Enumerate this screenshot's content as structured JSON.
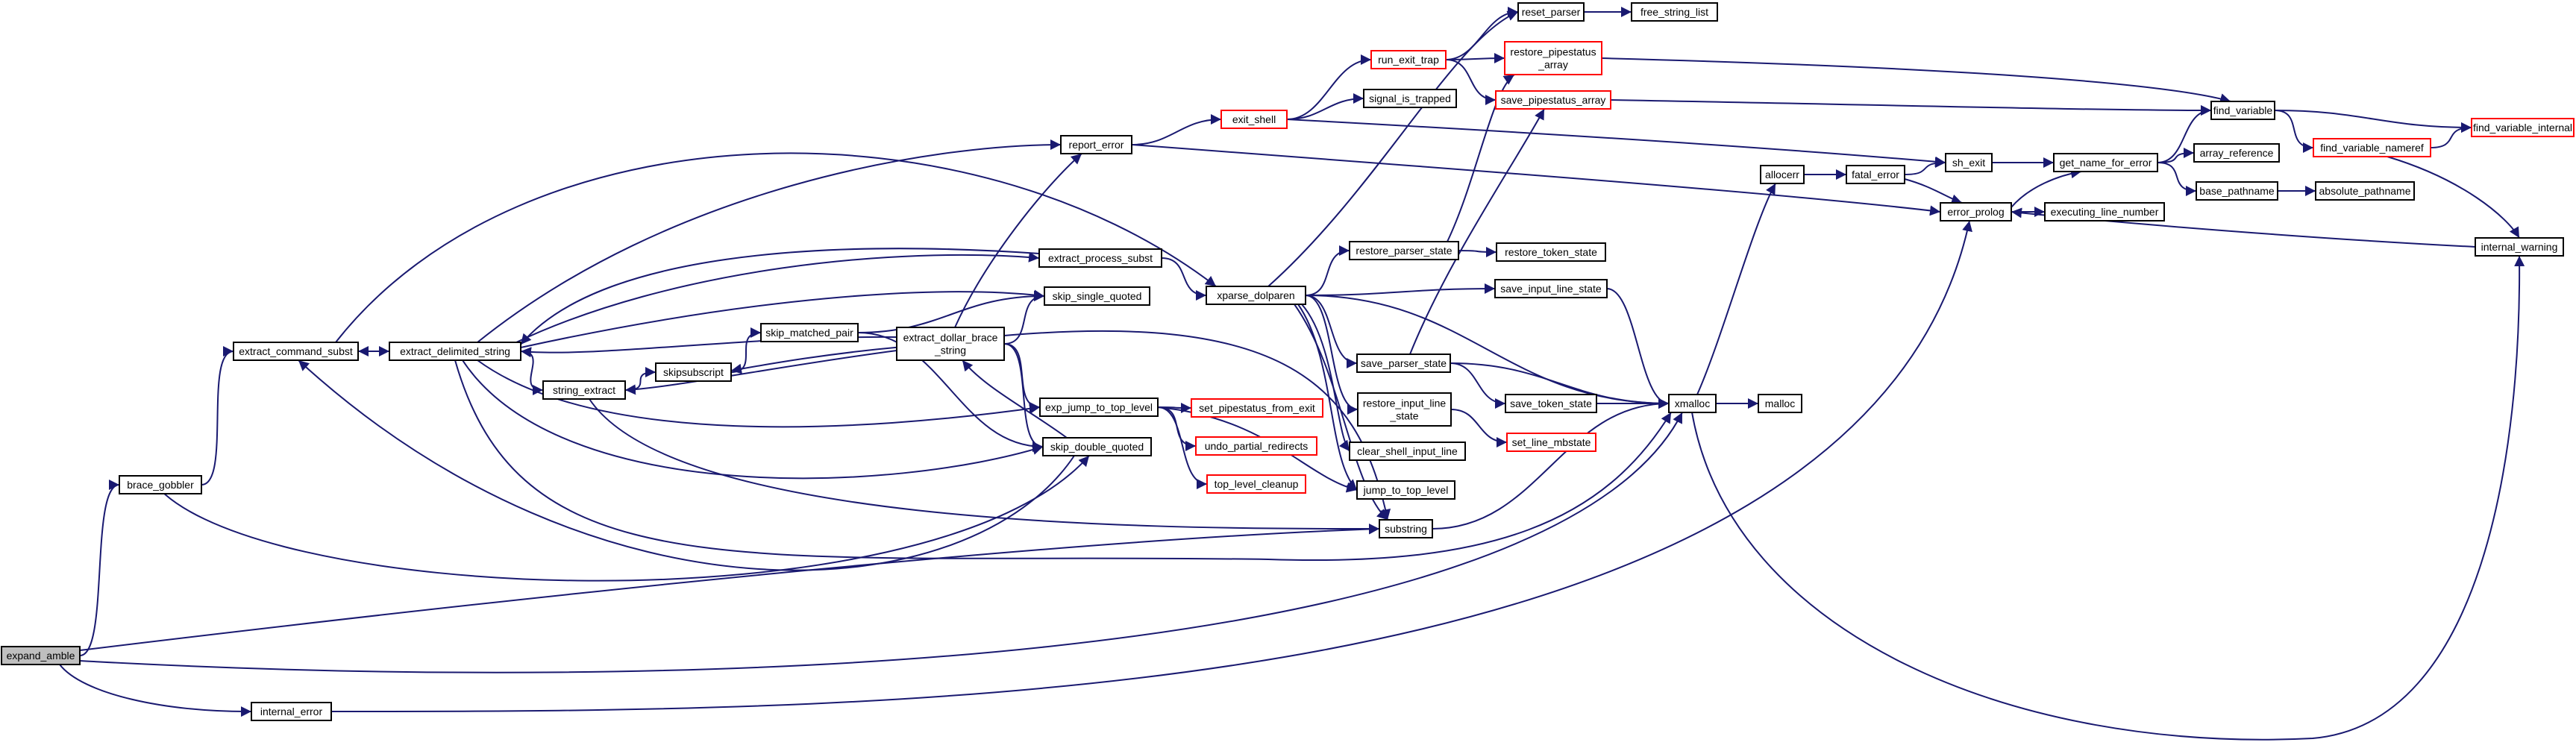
{
  "graph": {
    "colors": {
      "edge": "#191970",
      "node_border_default": "#000000",
      "node_border_truncated": "#ff0000",
      "node_fill_default": "#ffffff",
      "node_fill_root": "#bfbfbf"
    },
    "nodes": [
      {
        "id": "expand_amble",
        "label": "expand_amble",
        "style": "root"
      },
      {
        "id": "brace_gobbler",
        "label": "brace_gobbler",
        "style": "normal"
      },
      {
        "id": "internal_error",
        "label": "internal_error",
        "style": "normal"
      },
      {
        "id": "extract_command_subst",
        "label": "extract_command_subst",
        "style": "normal"
      },
      {
        "id": "extract_delimited_string",
        "label": "extract_delimited_string",
        "style": "normal"
      },
      {
        "id": "string_extract",
        "label": "string_extract",
        "style": "normal"
      },
      {
        "id": "skipsubscript",
        "label": "skipsubscript",
        "style": "normal"
      },
      {
        "id": "skip_matched_pair",
        "label": "skip_matched_pair",
        "style": "normal"
      },
      {
        "id": "extract_dollar_brace_string",
        "label": "extract_dollar_brace\n_string",
        "style": "normal"
      },
      {
        "id": "report_error",
        "label": "report_error",
        "style": "normal"
      },
      {
        "id": "extract_process_subst",
        "label": "extract_process_subst",
        "style": "normal"
      },
      {
        "id": "skip_single_quoted",
        "label": "skip_single_quoted",
        "style": "normal"
      },
      {
        "id": "exp_jump_to_top_level",
        "label": "exp_jump_to_top_level",
        "style": "normal"
      },
      {
        "id": "skip_double_quoted",
        "label": "skip_double_quoted",
        "style": "normal"
      },
      {
        "id": "set_pipestatus_from_exit",
        "label": "set_pipestatus_from_exit",
        "style": "truncated"
      },
      {
        "id": "undo_partial_redirects",
        "label": "undo_partial_redirects",
        "style": "truncated"
      },
      {
        "id": "top_level_cleanup",
        "label": "top_level_cleanup",
        "style": "truncated"
      },
      {
        "id": "exit_shell",
        "label": "exit_shell",
        "style": "truncated"
      },
      {
        "id": "run_exit_trap",
        "label": "run_exit_trap",
        "style": "truncated"
      },
      {
        "id": "signal_is_trapped",
        "label": "signal_is_trapped",
        "style": "normal"
      },
      {
        "id": "xparse_dolparen",
        "label": "xparse_dolparen",
        "style": "normal"
      },
      {
        "id": "restore_parser_state",
        "label": "restore_parser_state",
        "style": "normal"
      },
      {
        "id": "save_parser_state",
        "label": "save_parser_state",
        "style": "normal"
      },
      {
        "id": "restore_input_line_state",
        "label": "restore_input_line\n_state",
        "style": "normal"
      },
      {
        "id": "clear_shell_input_line",
        "label": "clear_shell_input_line",
        "style": "normal"
      },
      {
        "id": "jump_to_top_level",
        "label": "jump_to_top_level",
        "style": "normal"
      },
      {
        "id": "substring",
        "label": "substring",
        "style": "normal"
      },
      {
        "id": "reset_parser",
        "label": "reset_parser",
        "style": "normal"
      },
      {
        "id": "free_string_list",
        "label": "free_string_list",
        "style": "normal"
      },
      {
        "id": "restore_pipestatus_array",
        "label": "restore_pipestatus\n_array",
        "style": "truncated"
      },
      {
        "id": "save_pipestatus_array",
        "label": "save_pipestatus_array",
        "style": "truncated"
      },
      {
        "id": "restore_token_state",
        "label": "restore_token_state",
        "style": "normal"
      },
      {
        "id": "save_input_line_state",
        "label": "save_input_line_state",
        "style": "normal"
      },
      {
        "id": "save_token_state",
        "label": "save_token_state",
        "style": "normal"
      },
      {
        "id": "set_line_mbstate",
        "label": "set_line_mbstate",
        "style": "truncated"
      },
      {
        "id": "xmalloc",
        "label": "xmalloc",
        "style": "normal"
      },
      {
        "id": "malloc",
        "label": "malloc",
        "style": "normal"
      },
      {
        "id": "allocerr",
        "label": "allocerr",
        "style": "normal"
      },
      {
        "id": "fatal_error",
        "label": "fatal_error",
        "style": "normal"
      },
      {
        "id": "sh_exit",
        "label": "sh_exit",
        "style": "normal"
      },
      {
        "id": "error_prolog",
        "label": "error_prolog",
        "style": "normal"
      },
      {
        "id": "executing_line_number",
        "label": "executing_line_number",
        "style": "normal"
      },
      {
        "id": "get_name_for_error",
        "label": "get_name_for_error",
        "style": "normal"
      },
      {
        "id": "array_reference",
        "label": "array_reference",
        "style": "normal"
      },
      {
        "id": "base_pathname",
        "label": "base_pathname",
        "style": "normal"
      },
      {
        "id": "absolute_pathname",
        "label": "absolute_pathname",
        "style": "normal"
      },
      {
        "id": "find_variable",
        "label": "find_variable",
        "style": "normal"
      },
      {
        "id": "find_variable_nameref",
        "label": "find_variable_nameref",
        "style": "truncated"
      },
      {
        "id": "find_variable_internal",
        "label": "find_variable_internal",
        "style": "truncated"
      },
      {
        "id": "internal_warning",
        "label": "internal_warning",
        "style": "normal"
      }
    ],
    "edges": [
      {
        "from": "expand_amble",
        "to": "brace_gobbler"
      },
      {
        "from": "expand_amble",
        "to": "internal_error"
      },
      {
        "from": "expand_amble",
        "to": "substring"
      },
      {
        "from": "expand_amble",
        "to": "xmalloc"
      },
      {
        "from": "brace_gobbler",
        "to": "extract_command_subst"
      },
      {
        "from": "brace_gobbler",
        "to": "skip_double_quoted"
      },
      {
        "from": "internal_error",
        "to": "error_prolog"
      },
      {
        "from": "extract_command_subst",
        "to": "extract_delimited_string"
      },
      {
        "from": "extract_command_subst",
        "to": "xparse_dolparen"
      },
      {
        "from": "extract_delimited_string",
        "to": "extract_command_subst"
      },
      {
        "from": "extract_delimited_string",
        "to": "string_extract"
      },
      {
        "from": "extract_delimited_string",
        "to": "skip_single_quoted"
      },
      {
        "from": "extract_delimited_string",
        "to": "report_error"
      },
      {
        "from": "extract_delimited_string",
        "to": "extract_process_subst"
      },
      {
        "from": "extract_delimited_string",
        "to": "exp_jump_to_top_level"
      },
      {
        "from": "extract_delimited_string",
        "to": "skip_double_quoted"
      },
      {
        "from": "extract_delimited_string",
        "to": "xmalloc"
      },
      {
        "from": "string_extract",
        "to": "skipsubscript"
      },
      {
        "from": "string_extract",
        "to": "substring"
      },
      {
        "from": "skipsubscript",
        "to": "skip_matched_pair"
      },
      {
        "from": "skip_matched_pair",
        "to": "skip_single_quoted"
      },
      {
        "from": "skip_matched_pair",
        "to": "skip_double_quoted"
      },
      {
        "from": "extract_dollar_brace_string",
        "to": "extract_delimited_string"
      },
      {
        "from": "extract_dollar_brace_string",
        "to": "string_extract"
      },
      {
        "from": "extract_dollar_brace_string",
        "to": "skipsubscript"
      },
      {
        "from": "extract_dollar_brace_string",
        "to": "report_error"
      },
      {
        "from": "extract_dollar_brace_string",
        "to": "skip_single_quoted"
      },
      {
        "from": "extract_dollar_brace_string",
        "to": "exp_jump_to_top_level"
      },
      {
        "from": "extract_dollar_brace_string",
        "to": "skip_double_quoted"
      },
      {
        "from": "extract_dollar_brace_string",
        "to": "substring"
      },
      {
        "from": "extract_process_subst",
        "to": "extract_delimited_string"
      },
      {
        "from": "extract_process_subst",
        "to": "xparse_dolparen"
      },
      {
        "from": "skip_double_quoted",
        "to": "extract_command_subst"
      },
      {
        "from": "skip_double_quoted",
        "to": "extract_dollar_brace_string"
      },
      {
        "from": "report_error",
        "to": "exit_shell"
      },
      {
        "from": "report_error",
        "to": "error_prolog"
      },
      {
        "from": "exp_jump_to_top_level",
        "to": "set_pipestatus_from_exit"
      },
      {
        "from": "exp_jump_to_top_level",
        "to": "undo_partial_redirects"
      },
      {
        "from": "exp_jump_to_top_level",
        "to": "top_level_cleanup"
      },
      {
        "from": "exp_jump_to_top_level",
        "to": "jump_to_top_level"
      },
      {
        "from": "exit_shell",
        "to": "run_exit_trap"
      },
      {
        "from": "exit_shell",
        "to": "signal_is_trapped"
      },
      {
        "from": "exit_shell",
        "to": "sh_exit"
      },
      {
        "from": "run_exit_trap",
        "to": "reset_parser"
      },
      {
        "from": "run_exit_trap",
        "to": "restore_pipestatus_array"
      },
      {
        "from": "run_exit_trap",
        "to": "save_pipestatus_array"
      },
      {
        "from": "xparse_dolparen",
        "to": "reset_parser"
      },
      {
        "from": "xparse_dolparen",
        "to": "restore_parser_state"
      },
      {
        "from": "xparse_dolparen",
        "to": "save_input_line_state"
      },
      {
        "from": "xparse_dolparen",
        "to": "save_parser_state"
      },
      {
        "from": "xparse_dolparen",
        "to": "restore_input_line_state"
      },
      {
        "from": "xparse_dolparen",
        "to": "clear_shell_input_line"
      },
      {
        "from": "xparse_dolparen",
        "to": "jump_to_top_level"
      },
      {
        "from": "xparse_dolparen",
        "to": "substring"
      },
      {
        "from": "xparse_dolparen",
        "to": "xmalloc"
      },
      {
        "from": "restore_parser_state",
        "to": "restore_pipestatus_array"
      },
      {
        "from": "restore_parser_state",
        "to": "restore_token_state"
      },
      {
        "from": "save_parser_state",
        "to": "save_pipestatus_array"
      },
      {
        "from": "save_parser_state",
        "to": "save_token_state"
      },
      {
        "from": "save_parser_state",
        "to": "xmalloc"
      },
      {
        "from": "restore_input_line_state",
        "to": "set_line_mbstate"
      },
      {
        "from": "substring",
        "to": "xmalloc"
      },
      {
        "from": "reset_parser",
        "to": "free_string_list"
      },
      {
        "from": "restore_pipestatus_array",
        "to": "find_variable"
      },
      {
        "from": "save_pipestatus_array",
        "to": "find_variable"
      },
      {
        "from": "save_input_line_state",
        "to": "xmalloc"
      },
      {
        "from": "save_token_state",
        "to": "xmalloc"
      },
      {
        "from": "xmalloc",
        "to": "malloc"
      },
      {
        "from": "xmalloc",
        "to": "allocerr"
      },
      {
        "from": "xmalloc",
        "to": "internal_warning"
      },
      {
        "from": "allocerr",
        "to": "fatal_error"
      },
      {
        "from": "fatal_error",
        "to": "sh_exit"
      },
      {
        "from": "fatal_error",
        "to": "error_prolog"
      },
      {
        "from": "sh_exit",
        "to": "get_name_for_error"
      },
      {
        "from": "error_prolog",
        "to": "executing_line_number"
      },
      {
        "from": "error_prolog",
        "to": "get_name_for_error"
      },
      {
        "from": "get_name_for_error",
        "to": "find_variable"
      },
      {
        "from": "get_name_for_error",
        "to": "array_reference"
      },
      {
        "from": "get_name_for_error",
        "to": "base_pathname"
      },
      {
        "from": "base_pathname",
        "to": "absolute_pathname"
      },
      {
        "from": "find_variable",
        "to": "find_variable_nameref"
      },
      {
        "from": "find_variable",
        "to": "find_variable_internal"
      },
      {
        "from": "find_variable_nameref",
        "to": "find_variable_internal"
      },
      {
        "from": "find_variable_nameref",
        "to": "internal_warning"
      },
      {
        "from": "internal_warning",
        "to": "error_prolog"
      }
    ]
  }
}
